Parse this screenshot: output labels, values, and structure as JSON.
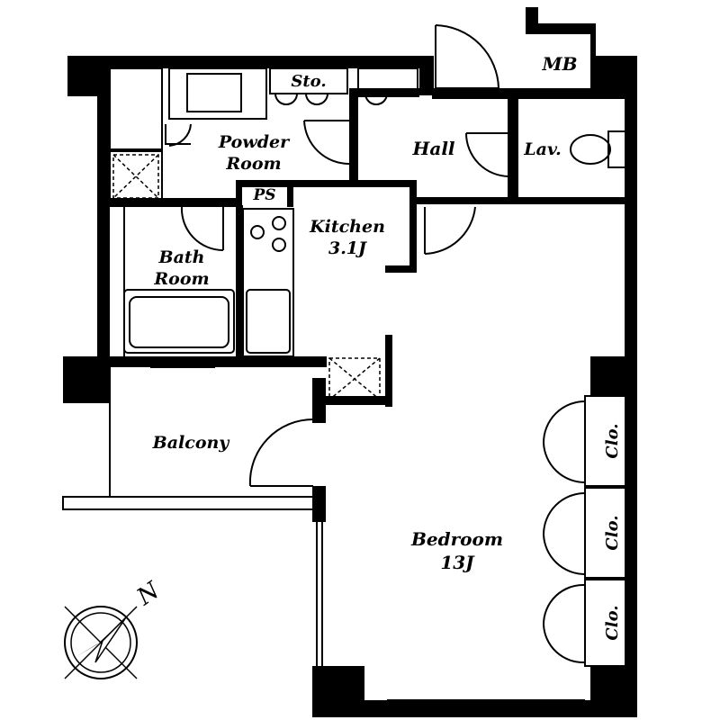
{
  "rooms": {
    "mb": "MB",
    "sto": "Sto.",
    "powder_1": "Powder",
    "powder_2": "Room",
    "hall": "Hall",
    "lav": "Lav.",
    "ps": "PS",
    "kitchen_1": "Kitchen",
    "kitchen_2": "3.1J",
    "bath_1": "Bath",
    "bath_2": "Room",
    "balcony": "Balcony",
    "bedroom_1": "Bedroom",
    "bedroom_2": "13J",
    "closet_1": "Clo.",
    "closet_2": "Clo.",
    "closet_3": "Clo."
  },
  "compass": {
    "north": "N"
  }
}
